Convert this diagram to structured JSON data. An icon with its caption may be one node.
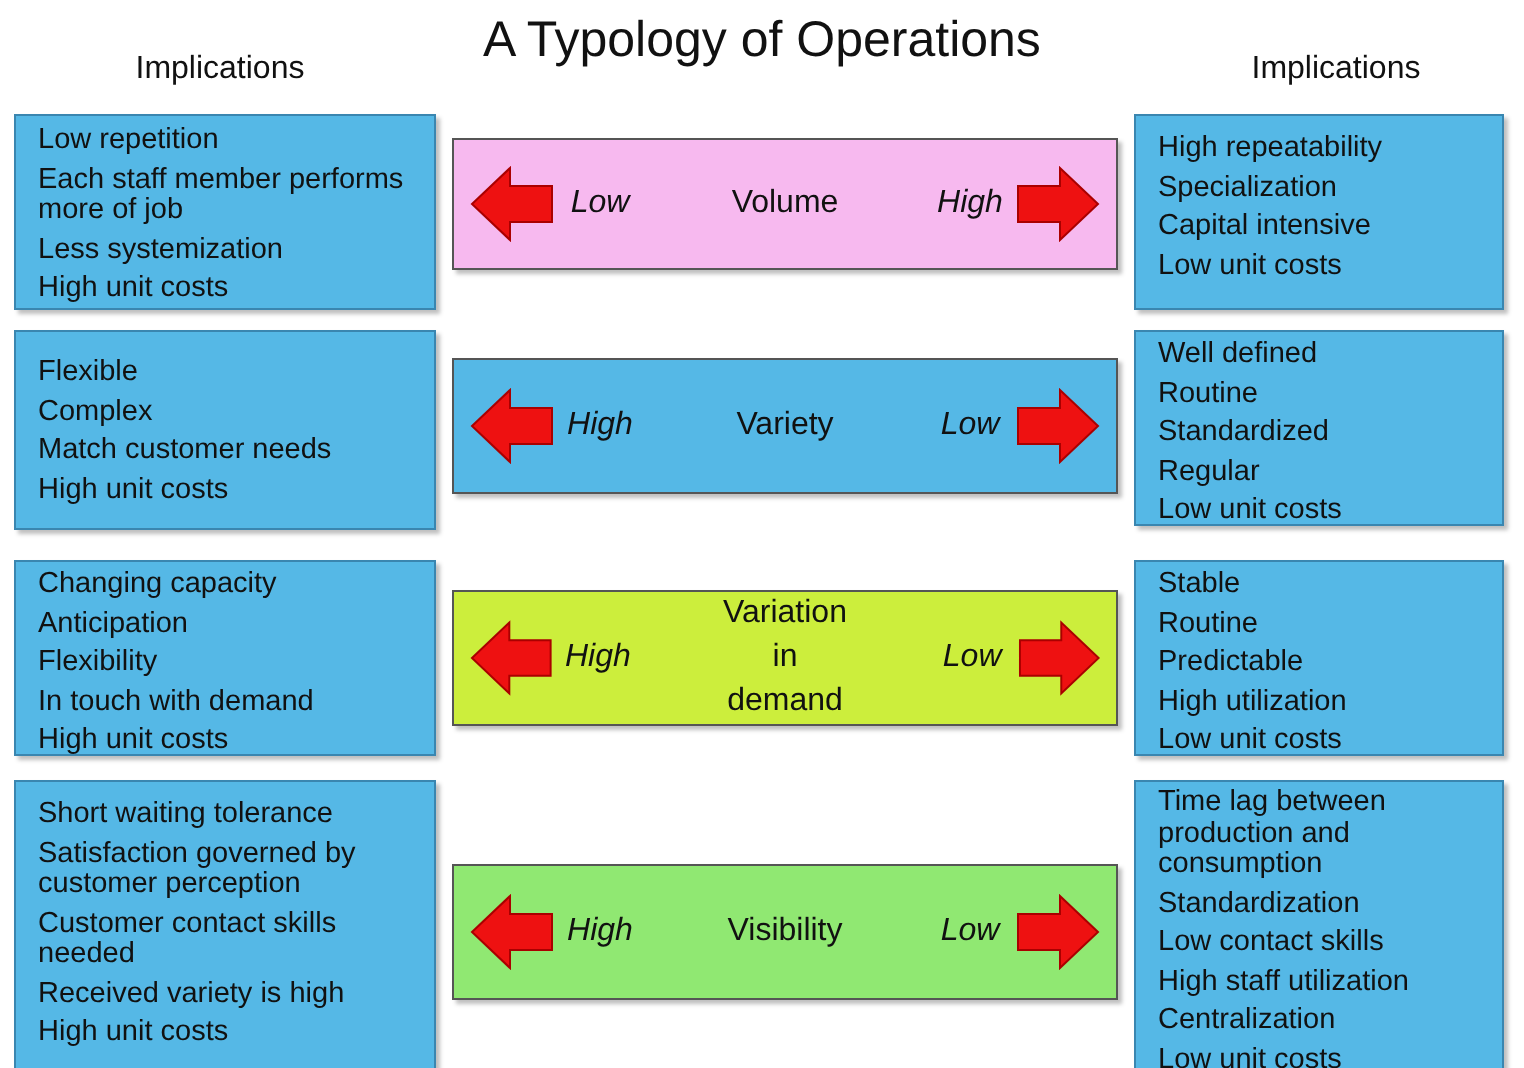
{
  "diagram": {
    "title": "A Typology of Operations",
    "nodes": [
      {
        "text": [
          "Low repetition",
          "Each staff member performs more of job",
          "Less systemization",
          "High unit costs"
        ]
      },
      {
        "text": [
          "Low",
          "Volume",
          "High"
        ]
      },
      {
        "text": [
          "High repeatability",
          "Specialization",
          "Capital intensive",
          "Low unit costs"
        ]
      },
      {
        "text": [
          "Flexible",
          "Complex",
          "Match customer needs",
          "High unit costs"
        ]
      },
      {
        "text": [
          "High",
          "Variety",
          "Low"
        ]
      },
      {
        "text": [
          "Well defined",
          "Routine",
          "Standardized",
          "Regular",
          "Low unit costs"
        ]
      },
      {
        "text": [
          "Changing capacity",
          "Anticipation",
          "Flexibility",
          "In touch with demand",
          "High unit costs"
        ]
      },
      {
        "text": [
          "High",
          "Variation in demand",
          "Low"
        ]
      },
      {
        "text": [
          "Stable",
          "Routine",
          "Predictable",
          "High utilization",
          "Low unit costs"
        ]
      },
      {
        "text": [
          "Short waiting tolerance",
          "Satisfaction governed by customer perception",
          "Customer contact skills needed",
          "Received variety is high",
          "High unit costs"
        ]
      },
      {
        "text": [
          "High",
          "Visibility",
          "Low"
        ]
      },
      {
        "text": [
          "Time lag between production and consumption",
          "Standardization",
          "Low contact skills",
          "High staff utilization",
          "Centralization",
          "Low unit costs"
        ]
      }
    ],
    "labels": [
      "Implications",
      "Implications"
    ]
  }
}
